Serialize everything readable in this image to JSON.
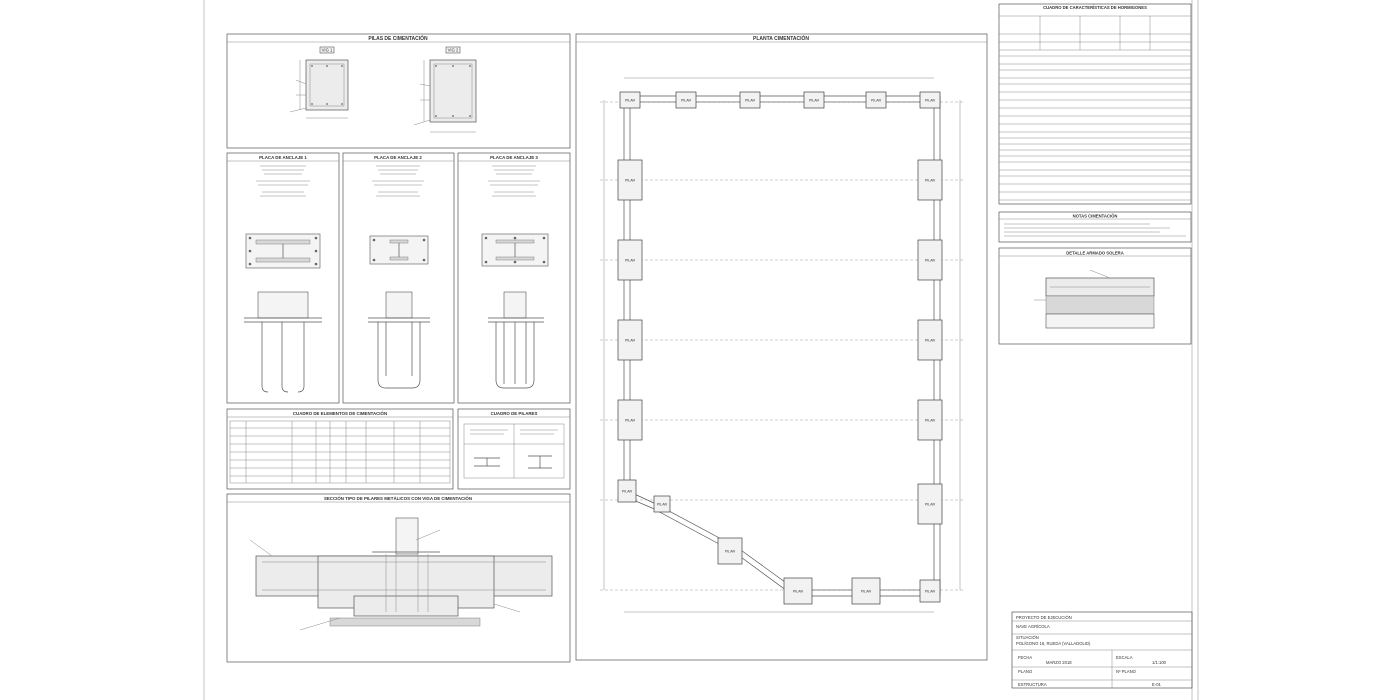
{
  "drawing": {
    "titles": {
      "pilas": "PILAS DE CIMENTACIÓN",
      "planta": "PLANTA CIMENTACIÓN",
      "placa1": "PLACA DE ANCLAJE 1",
      "placa2": "PLACA DE ANCLAJE 2",
      "placa3": "PLACA DE ANCLAJE 3",
      "cuadro_zapatas": "CUADRO DE ELEMENTOS DE CIMENTACIÓN",
      "cuadro_pilares": "CUADRO DE PILARES",
      "seccion": "SECCIÓN TIPO DE PILARES METÁLICOS CON VIGA DE CIMENTACIÓN",
      "hormigones": "CUADRO DE CARACTERÍSTICAS DE HORMIGONES",
      "notas": "NOTAS CIMENTACIÓN",
      "solera": "DETALLE ARMADO SOLERA"
    },
    "pila_labels": [
      "VIG 1",
      "VIG 2"
    ],
    "planta_pilar_label": "PILAR",
    "title_block": {
      "proyecto_label": "PROYECTO DE EJECUCIÓN",
      "proyecto": "NAVE AGRÍCOLA",
      "situacion_label": "SITUACIÓN",
      "situacion": "POLÍGONO 16, RUEDA (VALLADOLID)",
      "fecha_label": "FECHA",
      "fecha": "MARZO 2018",
      "escala_label": "ESCALA",
      "escala": "1/1:100",
      "plano_label": "PLANO",
      "plano": "ESTRUCTURA",
      "n_plano_label": "Nº PLANO",
      "n_plano": "E-01"
    }
  }
}
